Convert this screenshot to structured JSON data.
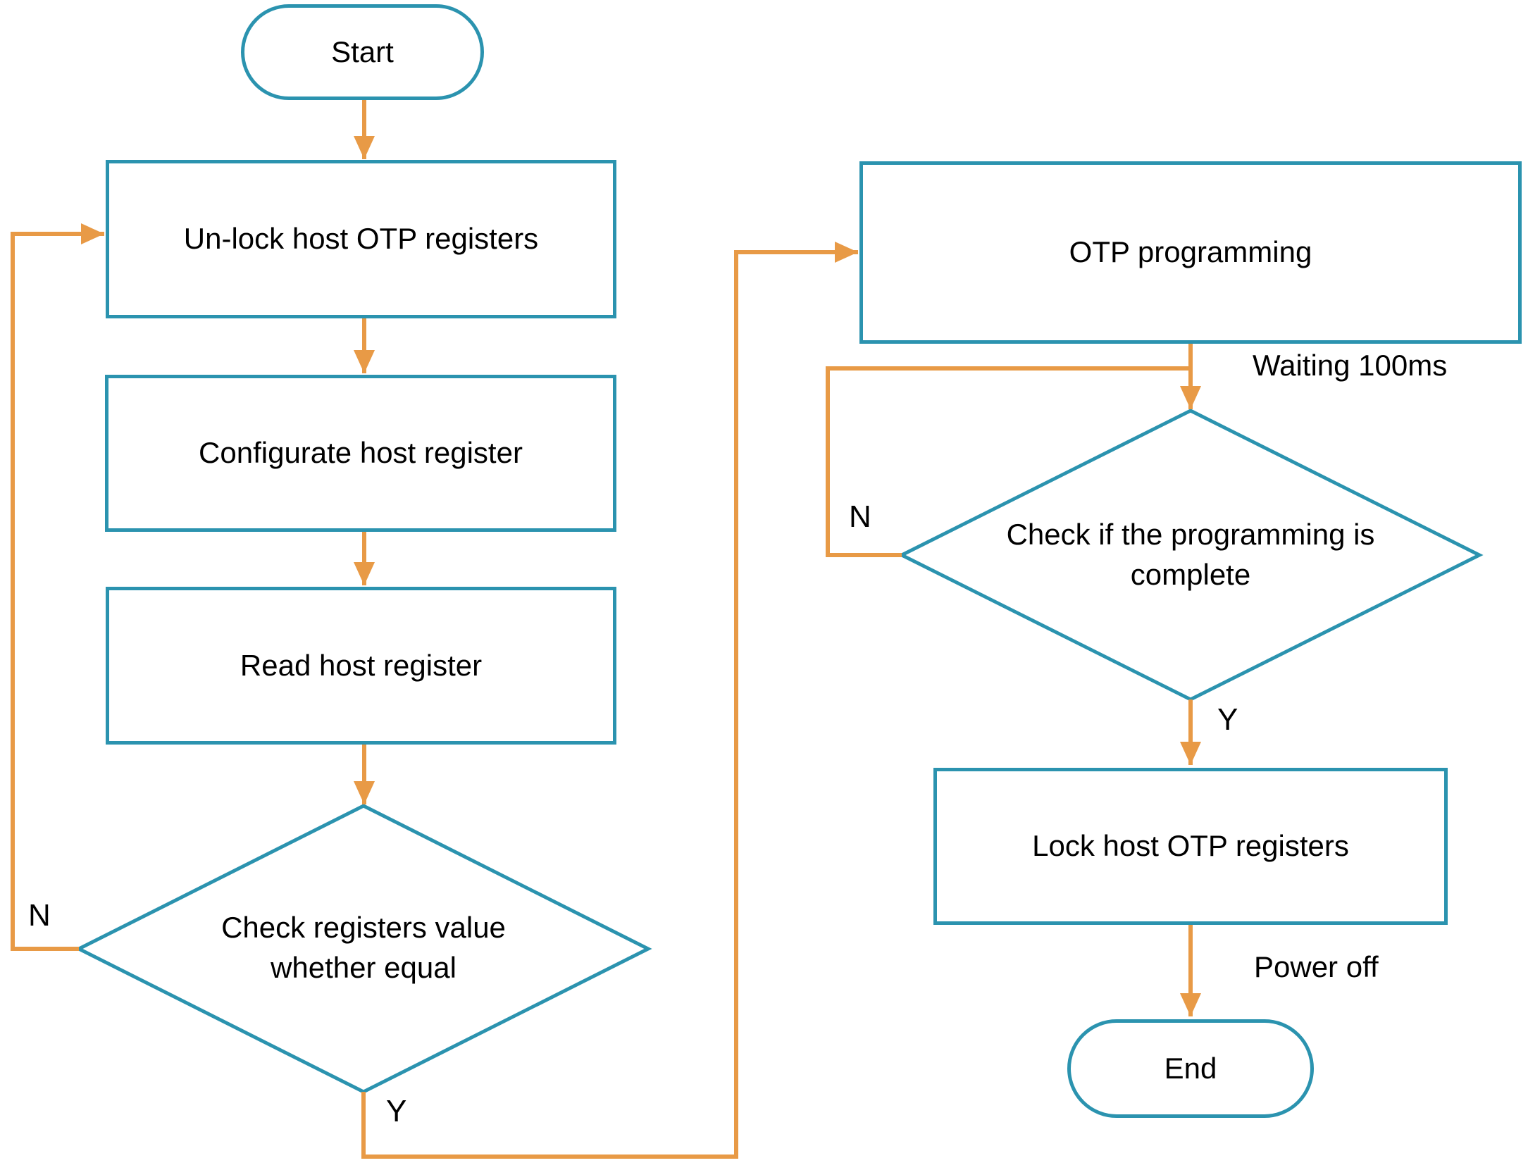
{
  "colors": {
    "shape_border": "#2b93af",
    "arrow": "#e89a46",
    "text": "#000000",
    "background": "#ffffff"
  },
  "nodes": {
    "start": {
      "label": "Start"
    },
    "unlock": {
      "label": "Un-lock host OTP registers"
    },
    "configurate": {
      "label": "Configurate host register"
    },
    "read": {
      "label": "Read host register"
    },
    "check_equal": {
      "lines": [
        "Check registers value",
        "whether equal"
      ]
    },
    "otp_programming": {
      "label": "OTP programming"
    },
    "check_complete": {
      "lines": [
        "Check if the programming is",
        "complete"
      ]
    },
    "lock": {
      "label": "Lock host OTP registers"
    },
    "end": {
      "label": "End"
    }
  },
  "edge_labels": {
    "check_equal_no": "N",
    "check_equal_yes": "Y",
    "check_complete_no": "N",
    "check_complete_yes": "Y",
    "waiting": "Waiting 100ms",
    "power_off": "Power off"
  }
}
